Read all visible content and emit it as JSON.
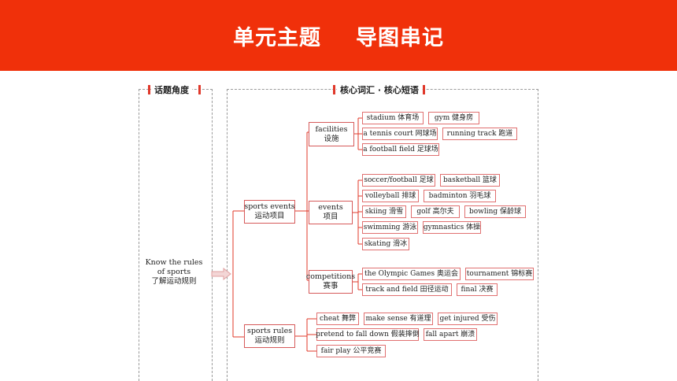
{
  "header": {
    "title_part1": "单元主题",
    "title_part2": "导图串记"
  },
  "left_panel": {
    "title": "话题角度",
    "topic_en": "Know the rules of sports",
    "topic_zh": "了解运动规则"
  },
  "right_panel": {
    "title": "核心词汇 · 核心短语"
  },
  "mindmap": {
    "sports_events": {
      "en": "sports events",
      "zh": "运动项目"
    },
    "sports_rules": {
      "en": "sports rules",
      "zh": "运动规则"
    },
    "facilities": {
      "en": "facilities",
      "zh": "设施",
      "items": [
        "stadium 体育场",
        "gym 健身房",
        "a tennis court 网球场",
        "running track 跑道",
        "a football field 足球场"
      ]
    },
    "events": {
      "en": "events",
      "zh": "项目",
      "items": [
        "soccer/football 足球",
        "basketball 篮球",
        "volleyball 排球",
        "badminton 羽毛球",
        "skiing 滑雪",
        "golf 高尔夫",
        "bowling 保龄球",
        "swimming 游泳",
        "gymnastics 体操",
        "skating 滑冰"
      ]
    },
    "competitions": {
      "en": "competitions",
      "zh": "赛事",
      "items": [
        "the Olympic Games 奥运会",
        "tournament 锦标赛",
        "track and field 田径运动",
        "final 决赛"
      ]
    },
    "rules_items": [
      "cheat 舞弊",
      "make sense 有道理",
      "get injured 受伤",
      "pretend to fall down 假装摔倒",
      "fall apart 崩溃",
      "fair play 公平竞赛"
    ]
  },
  "colors": {
    "banner": "#f0300a",
    "box_border": "#e07070",
    "connector": "#e0382a"
  }
}
